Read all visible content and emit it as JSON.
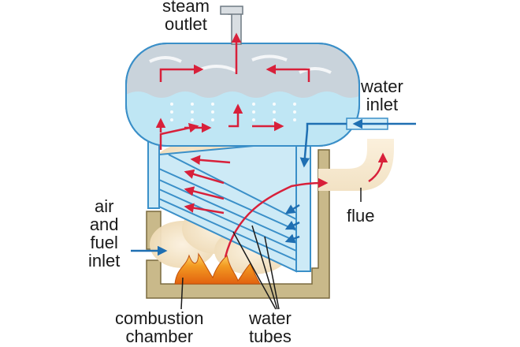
{
  "labels": {
    "steam_outlet": [
      "steam",
      "outlet"
    ],
    "water_inlet": [
      "water",
      "inlet"
    ],
    "flue": "flue",
    "air_fuel_inlet": [
      "air",
      "and",
      "fuel",
      "inlet"
    ],
    "combustion_chamber": [
      "combustion",
      "chamber"
    ],
    "water_tubes": [
      "water",
      "tubes"
    ]
  },
  "colors": {
    "drum_steam": "#c9d3db",
    "drum_water": "#bfe6f4",
    "water_body": "#cdeaf6",
    "tube_outline": "#3a8fc8",
    "water_flow": "#1f6fb2",
    "hot_flow": "#d8203a",
    "furnace_wall": "#c9b98a",
    "flame": "#f08a1c",
    "smoke": "#f3e4c9"
  }
}
